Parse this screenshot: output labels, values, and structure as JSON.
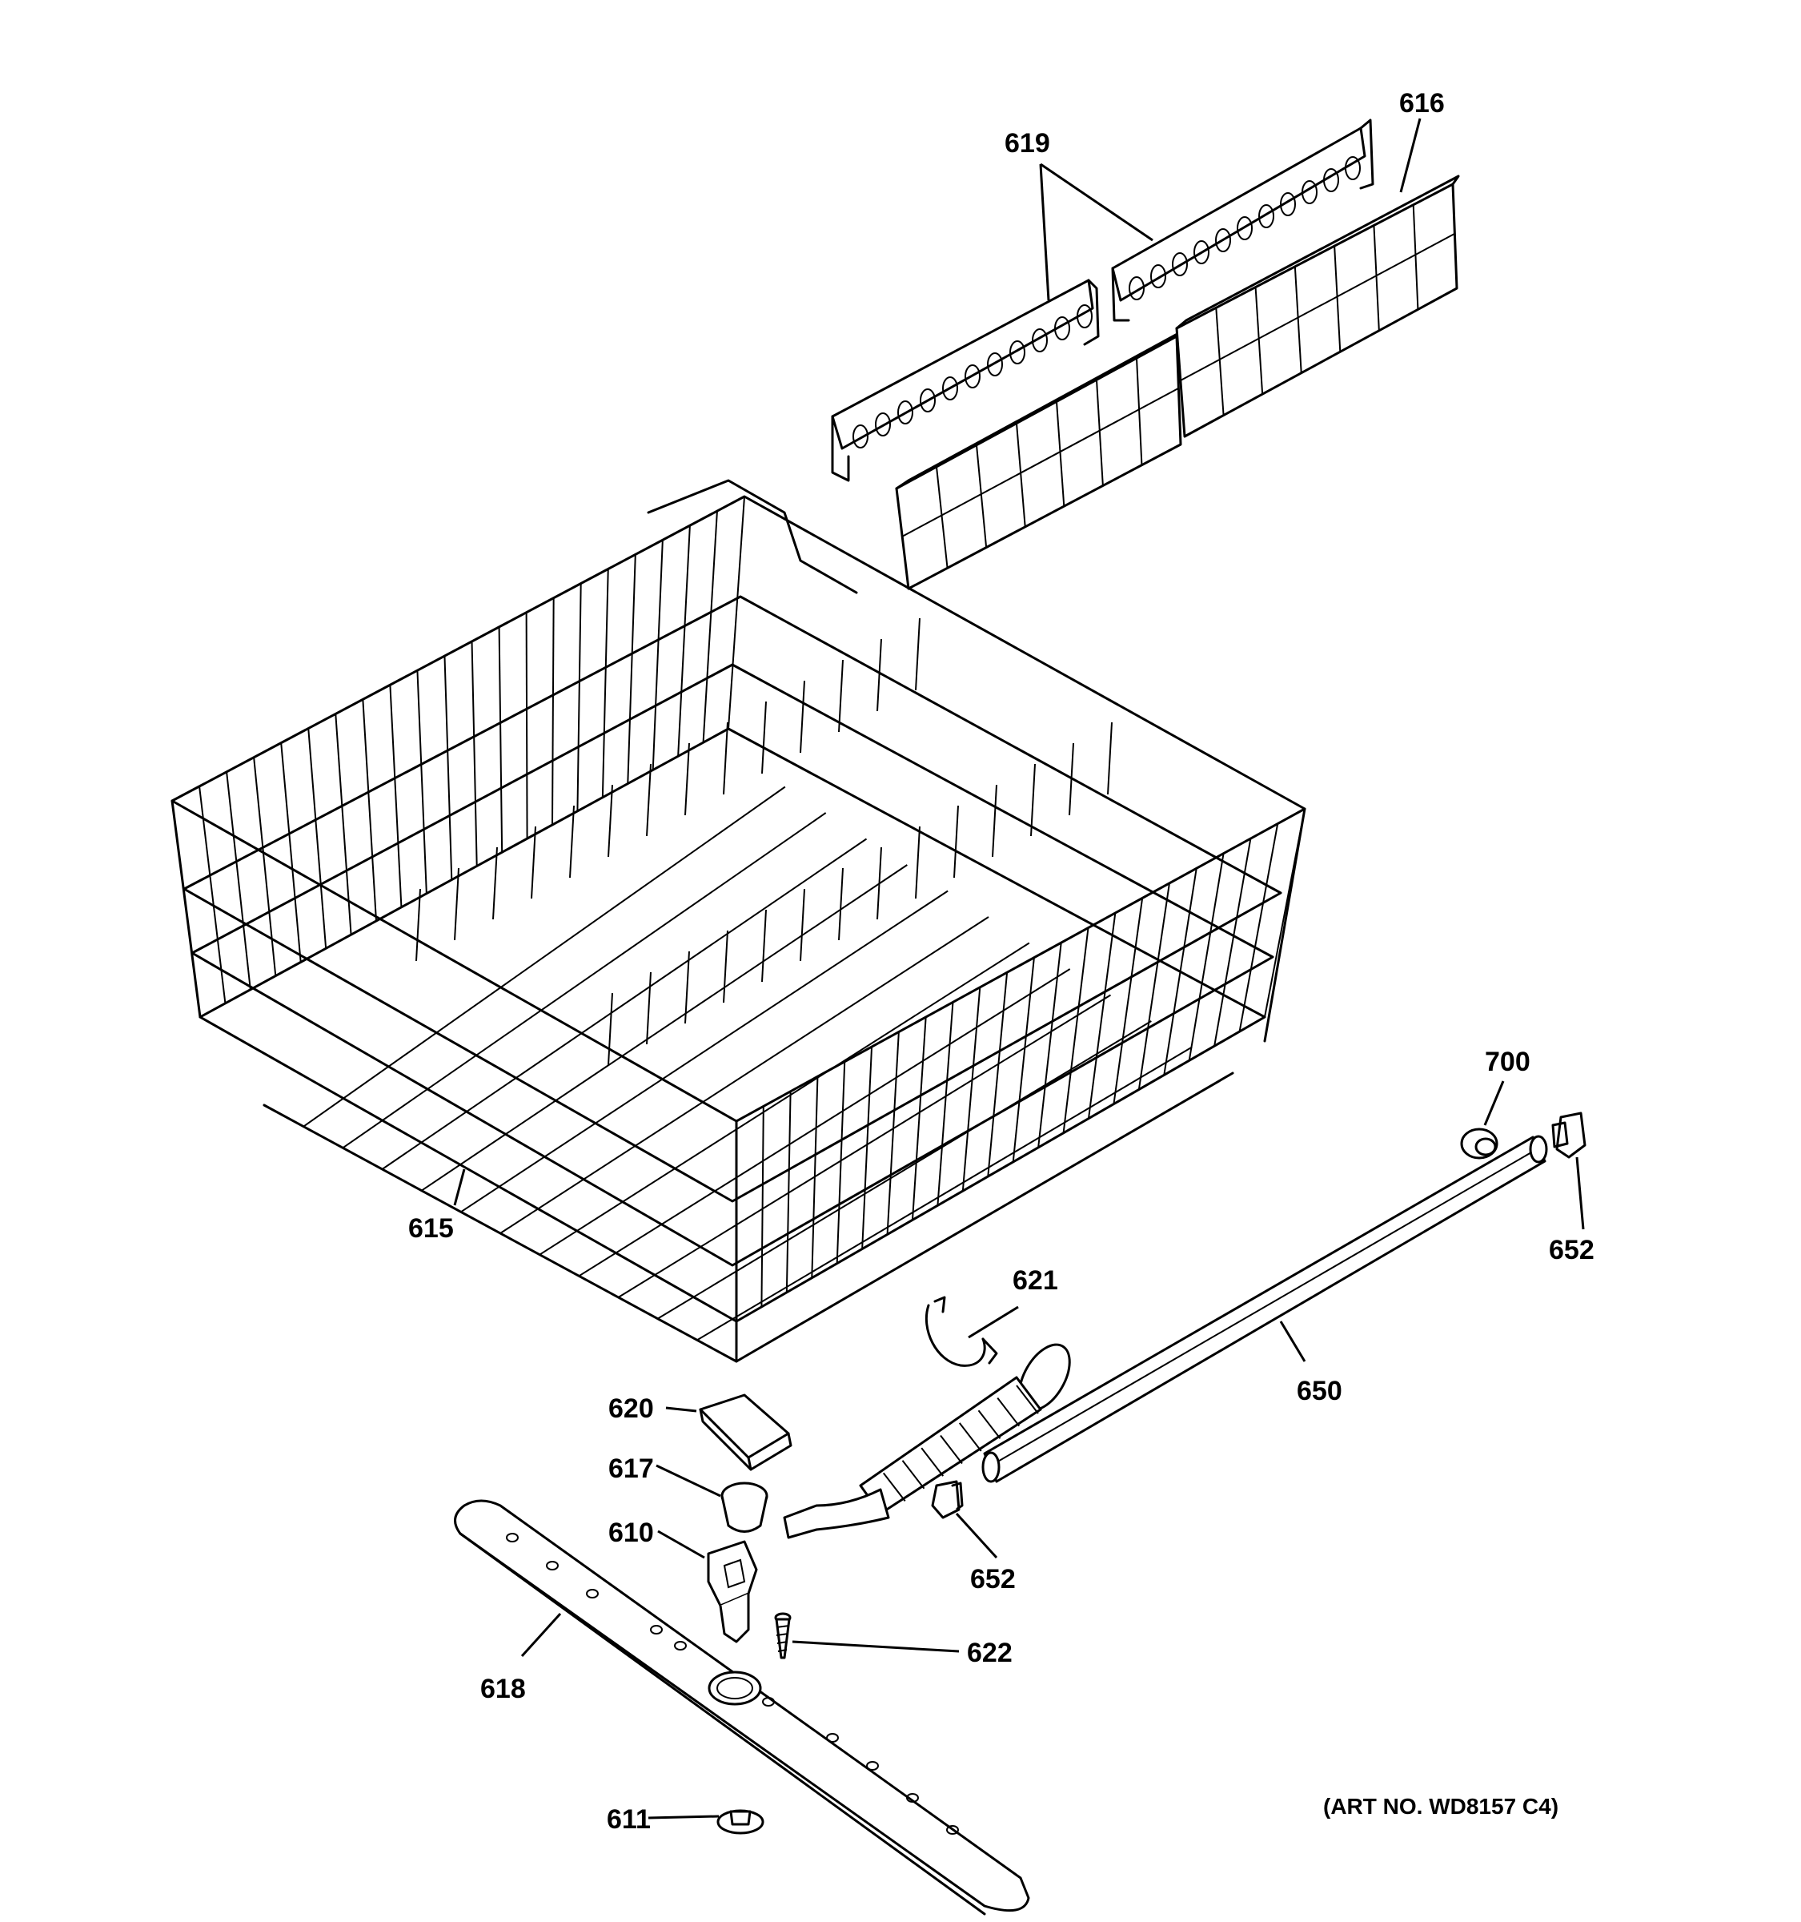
{
  "diagram": {
    "art_number": "(ART NO. WD8157 C4)",
    "labels": {
      "p619": "619",
      "p616": "616",
      "p615": "615",
      "p700": "700",
      "p652_top": "652",
      "p621": "621",
      "p650": "650",
      "p620": "620",
      "p617": "617",
      "p610": "610",
      "p652_bottom": "652",
      "p622": "622",
      "p618": "618",
      "p611": "611"
    }
  }
}
